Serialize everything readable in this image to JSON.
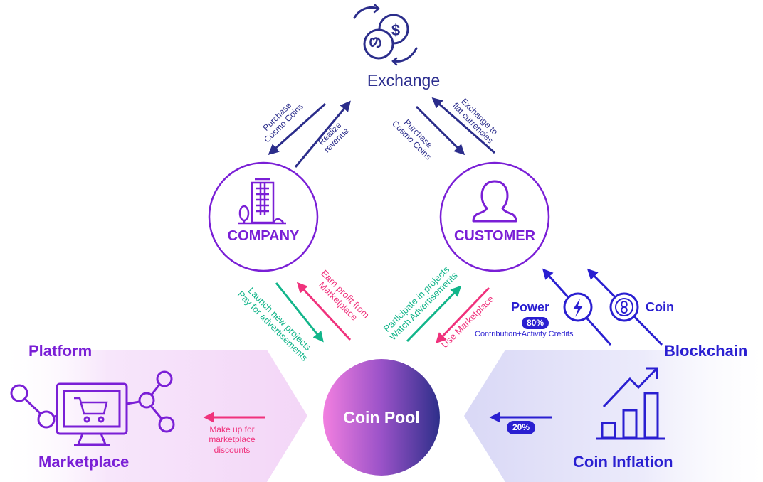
{
  "exchange": {
    "label": "Exchange",
    "icon": "currency-exchange-icon"
  },
  "company": {
    "label": "COMPANY",
    "icon": "building-icon"
  },
  "customer": {
    "label": "CUSTOMER",
    "icon": "person-icon"
  },
  "coin_pool": {
    "label": "Coin Pool"
  },
  "platform": {
    "label": "Platform"
  },
  "marketplace": {
    "label": "Marketplace",
    "icon": "shopping-cart-monitor-icon"
  },
  "blockchain": {
    "label": "Blockchain"
  },
  "coin_inflation": {
    "label": "Coin Inflation",
    "icon": "growth-chart-icon"
  },
  "power": {
    "label": "Power",
    "percent": "80%",
    "caption": "Contribution+Activity Credits",
    "icon": "lightning-icon"
  },
  "coin": {
    "label": "Coin",
    "icon": "coin-icon"
  },
  "inflation_share": "20%",
  "flows": {
    "company_to_exchange": [
      "Purchase",
      "Cosmo Coins"
    ],
    "exchange_to_company": [
      "Realize",
      "revenue"
    ],
    "exchange_to_customer": [
      "Purchase",
      "Cosmo Coins"
    ],
    "customer_to_exchange": [
      "Exchange to",
      "fiat currencies"
    ],
    "company_to_pool": [
      "Launch new projects",
      "Pay for advertisements"
    ],
    "pool_to_company": [
      "Earn profit from",
      "Marketplace"
    ],
    "customer_to_pool": [
      "Participate in projects",
      "Watch Advertisements"
    ],
    "pool_to_customer": [
      "Use Marketplace"
    ],
    "pool_to_marketplace": [
      "Make up for",
      "marketplace",
      "discounts"
    ]
  },
  "colors": {
    "navy": "#2b2d8b",
    "purple": "#7a1fd6",
    "blue": "#2a1fd1",
    "pink": "#f0327c",
    "green": "#12b58a"
  }
}
